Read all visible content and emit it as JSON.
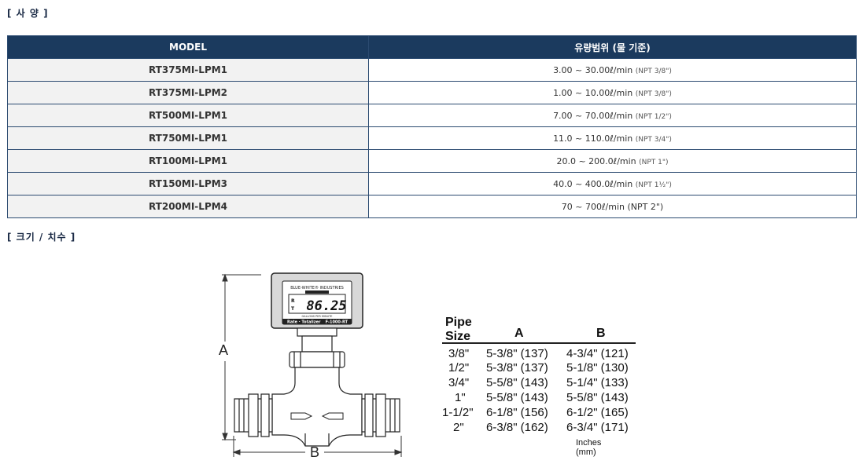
{
  "sections": {
    "spec_title": "[ 사  양 ]",
    "size_title": "[ 크기 / 치수 ]"
  },
  "spec_table": {
    "headers": [
      "MODEL",
      "유량범위 (물 기준)"
    ],
    "rows": [
      {
        "model": "RT375MI-LPM1",
        "range": "3.00 ~ 30.00ℓ/min",
        "note": "(NPT 3/8\")"
      },
      {
        "model": "RT375MI-LPM2",
        "range": "1.00 ~ 10.00ℓ/min",
        "note": "(NPT 3/8\")"
      },
      {
        "model": "RT500MI-LPM1",
        "range": "7.00 ~ 70.00ℓ/min",
        "note": "(NPT 1/2\")"
      },
      {
        "model": "RT750MI-LPM1",
        "range": "11.0 ~ 110.0ℓ/min",
        "note": "(NPT 3/4\")"
      },
      {
        "model": "RT100MI-LPM1",
        "range": "20.0 ~ 200.0ℓ/min",
        "note": "(NPT 1\")"
      },
      {
        "model": "RT150MI-LPM3",
        "range": "40.0 ~ 400.0ℓ/min",
        "note": "(NPT 1½\")"
      },
      {
        "model": "RT200MI-LPM4",
        "range": "70 ~ 700ℓ/min (NPT 2\")",
        "note": ""
      }
    ]
  },
  "drawing": {
    "label_a": "A",
    "label_b": "B",
    "meter_brand": "BLUE-WHITE® INDUSTRIES",
    "meter_reading": "86.25",
    "meter_r": "R",
    "meter_t": "T",
    "meter_units": "GALLONS PER MINUTE",
    "meter_mode": "Rate · Totalizer",
    "meter_model": "F-1000-RT"
  },
  "dimensions": {
    "headers": {
      "pipe_line1": "Pipe",
      "pipe_line2": "Size",
      "a": "A",
      "b": "B"
    },
    "rows": [
      {
        "size": "3/8\"",
        "a": "5-3/8\" (137)",
        "b": "4-3/4\" (121)"
      },
      {
        "size": "1/2\"",
        "a": "5-3/8\" (137)",
        "b": "5-1/8\" (130)"
      },
      {
        "size": "3/4\"",
        "a": "5-5/8\" (143)",
        "b": "5-1/4\" (133)"
      },
      {
        "size": "1\"",
        "a": "5-5/8\" (143)",
        "b": "5-5/8\" (143)"
      },
      {
        "size": "1-1/2\"",
        "a": "6-1/8\" (156)",
        "b": "6-1/2\" (165)"
      },
      {
        "size": "2\"",
        "a": "6-3/8\" (162)",
        "b": "6-3/4\" (171)"
      }
    ],
    "units": "Inches (mm)"
  }
}
